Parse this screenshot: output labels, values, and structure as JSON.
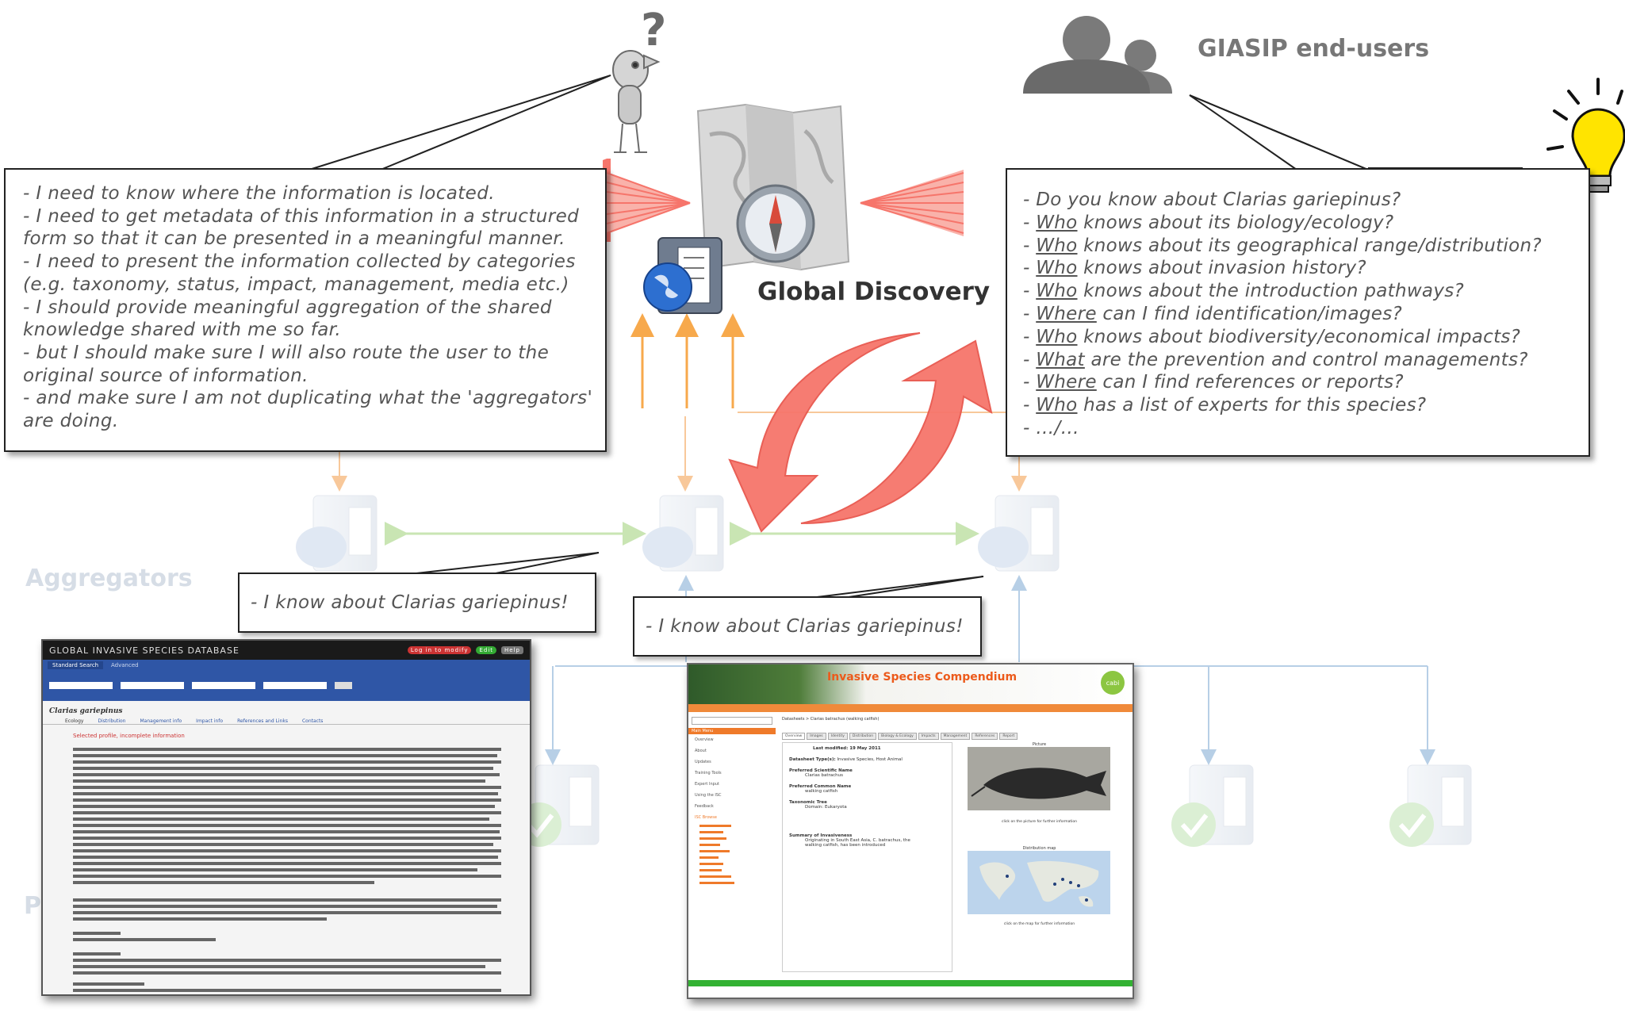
{
  "diagram": {
    "end_users_label": "GIASIP end-users",
    "global_discovery_label": "Global Discovery",
    "question_mark": "?",
    "aggregators_label": "Aggregators",
    "providers_label_fragment": "P"
  },
  "left_bubble": {
    "lines": [
      "- I need to know where the information is located.",
      "- I need to get metadata of this information in a structured",
      "form so that it can be presented in a meaningful manner.",
      "- I need to present the information collected by categories",
      "(e.g. taxonomy, status, impact, management, media etc.)",
      "- I should provide meaningful aggregation of the shared",
      "knowledge shared with me so far.",
      "- but I should make sure I will also route the user to the",
      "original source of information.",
      "- and make sure I am not duplicating what the 'aggregators'",
      "are doing."
    ]
  },
  "right_bubble": {
    "lines": [
      {
        "prefix": "- ",
        "keyword": "",
        "rest": "Do you know about Clarias gariepinus?"
      },
      {
        "prefix": "- ",
        "keyword": "Who",
        "rest": " knows about its biology/ecology?"
      },
      {
        "prefix": "- ",
        "keyword": "Who",
        "rest": " knows about its geographical range/distribution?"
      },
      {
        "prefix": "- ",
        "keyword": "Who",
        "rest": " knows about invasion history?"
      },
      {
        "prefix": "- ",
        "keyword": "Who",
        "rest": " knows about the introduction pathways?"
      },
      {
        "prefix": "- ",
        "keyword": "Where",
        "rest": " can I find identification/images?"
      },
      {
        "prefix": "- ",
        "keyword": "Who",
        "rest": " knows about biodiversity/economical impacts?"
      },
      {
        "prefix": "- ",
        "keyword": "What",
        "rest": " are the prevention and control managements?"
      },
      {
        "prefix": "- ",
        "keyword": "Where",
        "rest": " can I find references or reports?"
      },
      {
        "prefix": "- ",
        "keyword": "Who",
        "rest": " has a list of experts for this species?"
      },
      {
        "prefix": "- ",
        "keyword": "",
        "rest": "…/…"
      }
    ]
  },
  "callouts": {
    "left": "- I know about Clarias gariepinus!",
    "center": "- I know about Clarias gariepinus!"
  },
  "gisd_screenshot": {
    "header": "GLOBAL INVASIVE SPECIES DATABASE",
    "tab_search": "Standard Search",
    "tab_advanced": "Advanced",
    "buttons": [
      "Log in to modify",
      "Edit",
      "Help"
    ],
    "species_title": "Clarias gariepinus",
    "subtabs": [
      "Ecology",
      "Distribution",
      "Management info",
      "Impact info",
      "References and Links",
      "Contacts"
    ],
    "section_title": "Selected profile, incomplete information"
  },
  "isc_screenshot": {
    "title": "Invasive Species Compendium",
    "logo_text": "cabi",
    "breadcrumb": "Datasheets > Clarias batrachus (walking catfish)",
    "tabs": [
      "Overview",
      "Images",
      "Identity",
      "Distribution",
      "Biology & Ecology",
      "Impacts",
      "Management",
      "References",
      "Report"
    ],
    "last_modified": "Last modified: 19 May 2011",
    "fields": [
      {
        "label": "Datasheet Type(s):",
        "value": "Invasive Species, Host Animal"
      },
      {
        "label": "Preferred Scientific Name",
        "value": "Clarias batrachus"
      },
      {
        "label": "Preferred Common Name",
        "value": "walking catfish"
      },
      {
        "label": "Taxonomic Tree",
        "value": "Domain: Eukaryota"
      },
      {
        "label": "Summary of Invasiveness",
        "value": "Originating in South East Asia, C. batrachus, the walking catfish, has been introduced"
      }
    ],
    "picture_label": "Picture",
    "picture_caption": "click on the picture for further information",
    "map_label": "Distribution map",
    "map_caption": "click on the map for further information",
    "sidebar_items": [
      "Search",
      "Main Menu",
      "Overview",
      "About",
      "Updates",
      "Training Tools",
      "Expert Input",
      "Using the ISC",
      "Feedback",
      "ISC Browse"
    ]
  },
  "colors": {
    "bubble_border": "#222222",
    "orange_arrow": "#f7a94c",
    "red_arrow": "#f6756b",
    "green_arrow": "#c9e5b3",
    "blue_line": "#b7cfe6",
    "faded_text": "#d6dde6"
  }
}
